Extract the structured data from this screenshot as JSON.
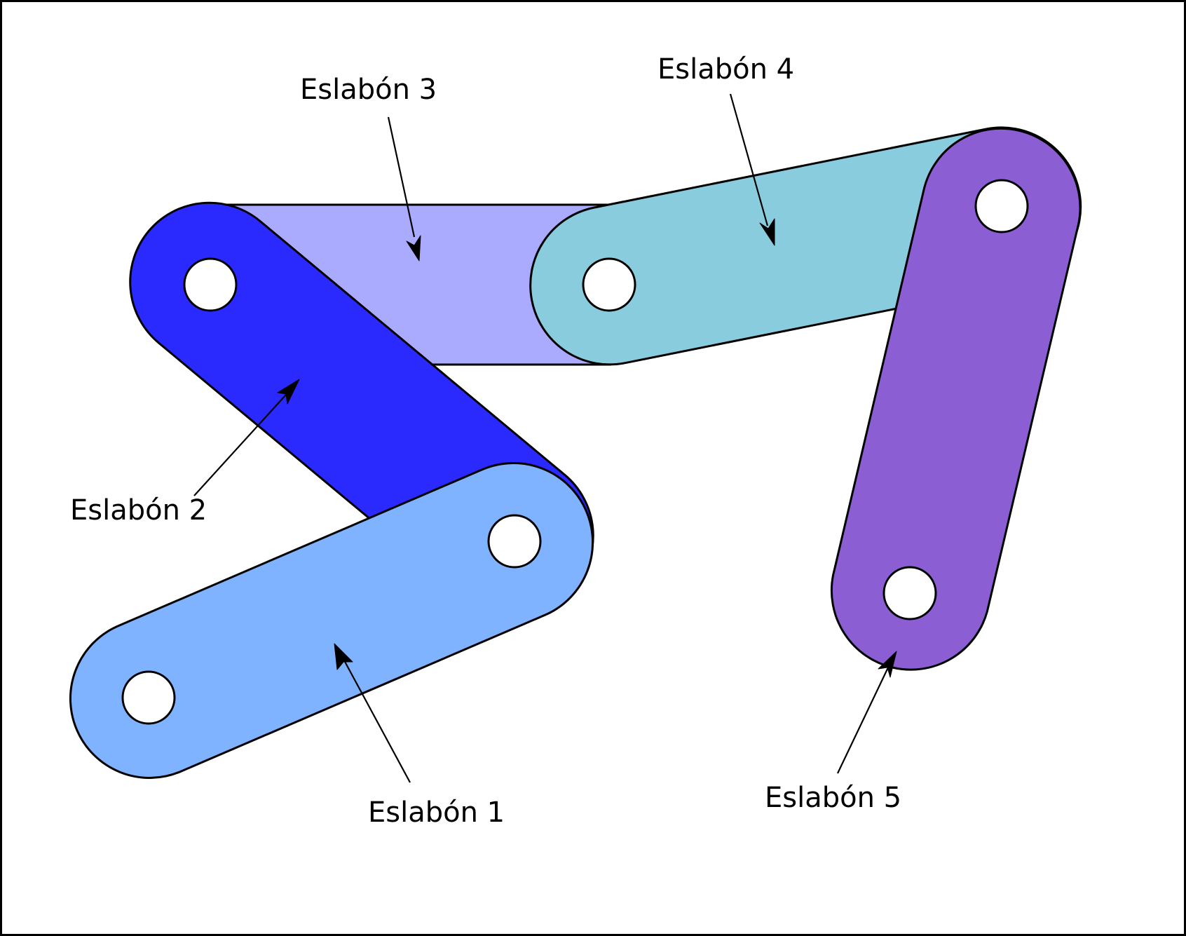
{
  "links": [
    {
      "id": "eslabon-1",
      "label": "Eslabón 1",
      "color": "#80b3ff"
    },
    {
      "id": "eslabon-2",
      "label": "Eslabón 2",
      "color": "#2a2aff"
    },
    {
      "id": "eslabon-3",
      "label": "Eslabón 3",
      "color": "#aaaaff"
    },
    {
      "id": "eslabon-4",
      "label": "Eslabón 4",
      "color": "#88ccdd"
    },
    {
      "id": "eslabon-5",
      "label": "Eslabón 5",
      "color": "#8b5fd3"
    }
  ],
  "colors": {
    "outline": "#000000",
    "hole_fill": "#ffffff",
    "background": "#ffffff"
  }
}
